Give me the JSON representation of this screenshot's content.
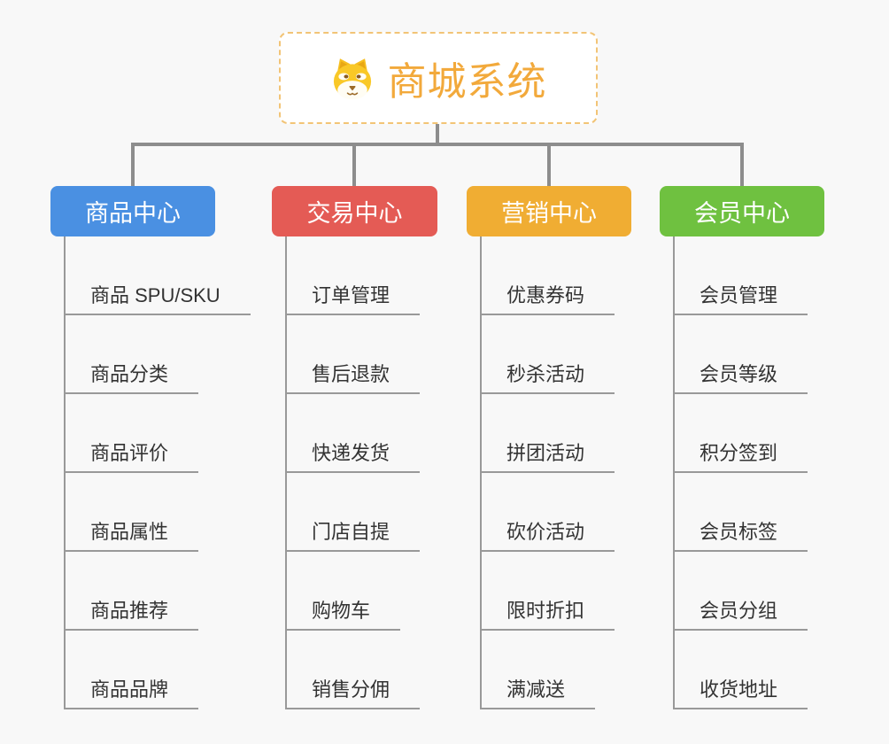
{
  "page": {
    "background_color": "#f8f8f8",
    "connector_color": "#8d8d8d",
    "underline_color": "#999999"
  },
  "root": {
    "label": "商城系统",
    "icon": "dog-face-icon",
    "text_color": "#f2a93b",
    "border_color": "#f2c476",
    "background": "#ffffff"
  },
  "branches": [
    {
      "label": "商品中心",
      "color": "#4a90e2",
      "items": [
        "商品 SPU/SKU",
        "商品分类",
        "商品评价",
        "商品属性",
        "商品推荐",
        "商品品牌"
      ]
    },
    {
      "label": "交易中心",
      "color": "#e45b55",
      "items": [
        "订单管理",
        "售后退款",
        "快递发货",
        "门店自提",
        "购物车",
        "销售分佣"
      ]
    },
    {
      "label": "营销中心",
      "color": "#f0ad33",
      "items": [
        "优惠券码",
        "秒杀活动",
        "拼团活动",
        "砍价活动",
        "限时折扣",
        "满减送"
      ]
    },
    {
      "label": "会员中心",
      "color": "#6fc140",
      "items": [
        "会员管理",
        "会员等级",
        "积分签到",
        "会员标签",
        "会员分组",
        "收货地址"
      ]
    }
  ]
}
